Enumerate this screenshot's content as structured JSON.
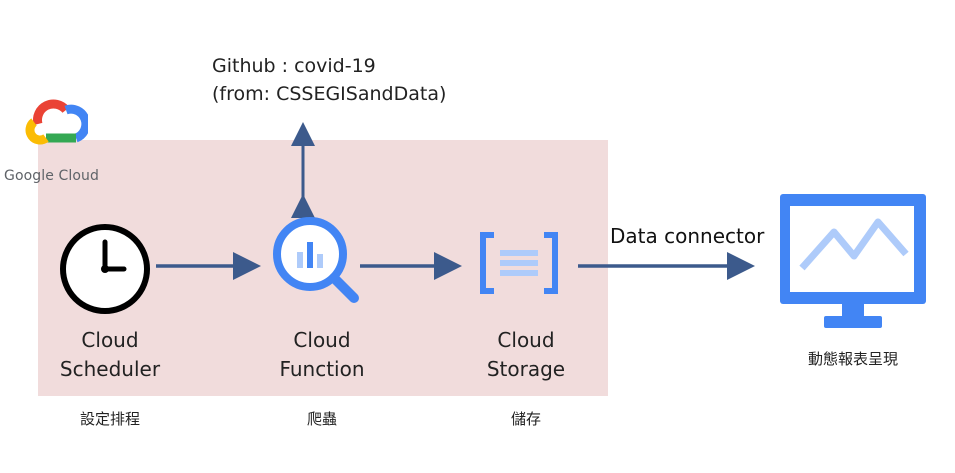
{
  "brand": {
    "name": "Google Cloud",
    "logo_colors": [
      "#ea4335",
      "#fbbc04",
      "#34a853",
      "#4285f4"
    ]
  },
  "source": {
    "line1": "Github : covid-19",
    "line2": "(from: CSSEGISandData)"
  },
  "nodes": {
    "scheduler": {
      "line1": "Cloud",
      "line2": "Scheduler",
      "sub": "設定排程",
      "icon": "clock-icon"
    },
    "function": {
      "line1": "Cloud",
      "line2": "Function",
      "sub": "爬蟲",
      "icon": "bigquery-magnifier-icon"
    },
    "storage": {
      "line1": "Cloud",
      "line2": "Storage",
      "sub": "儲存",
      "icon": "storage-icon"
    },
    "report": {
      "sub": "動態報表呈現",
      "icon": "monitor-chart-icon"
    }
  },
  "connector_label": "Data connector",
  "colors": {
    "panel": "#f1dcdc",
    "arrow": "#3c5a8c",
    "google_blue": "#4285f4",
    "light_blue": "#aecbfa"
  }
}
